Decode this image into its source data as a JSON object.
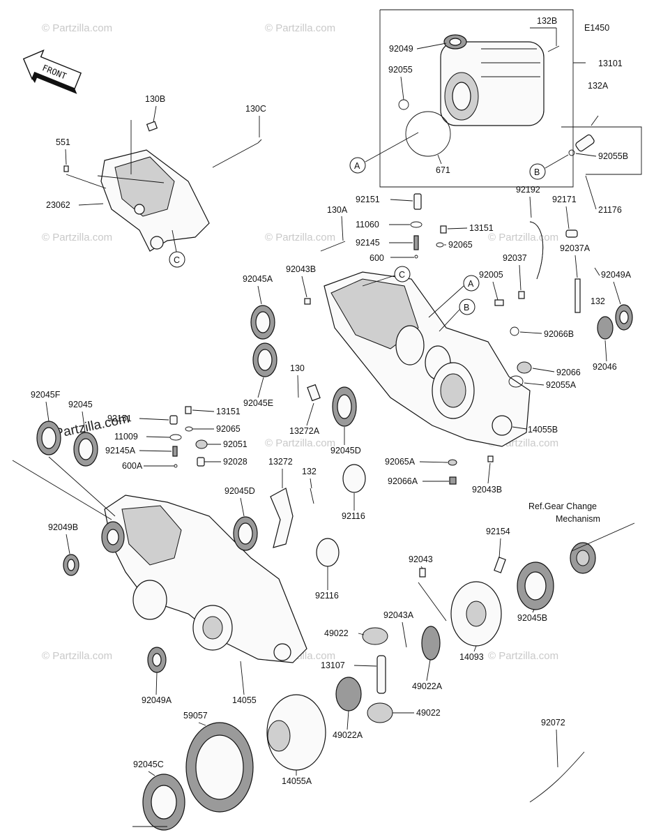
{
  "diagram_code": "E1450",
  "front_label": "FRONT",
  "watermark": "© Partzilla.com",
  "watermark_prominent": "Partzilla.com",
  "ref_note": [
    "Ref.Gear Change",
    "Mechanism"
  ],
  "ref_circles": [
    "A",
    "B",
    "C"
  ],
  "labels": {
    "l_132B": "132B",
    "l_13101": "13101",
    "l_92049": "92049",
    "l_92055": "92055",
    "l_671": "671",
    "l_132A": "132A",
    "l_92055B": "92055B",
    "l_21176": "21176",
    "l_130B": "130B",
    "l_130C": "130C",
    "l_551": "551",
    "l_23062": "23062",
    "l_92151": "92151",
    "l_130A": "130A",
    "l_11060": "11060",
    "l_13151": "13151",
    "l_92145": "92145",
    "l_92065": "92065",
    "l_600": "600",
    "l_92192": "92192",
    "l_92171": "92171",
    "l_92037": "92037",
    "l_92037A": "92037A",
    "l_92049A": "92049A",
    "l_132": "132",
    "l_92045A": "92045A",
    "l_92043B": "92043B",
    "l_92005": "92005",
    "l_92066B": "92066B",
    "l_92046": "92046",
    "l_92066": "92066",
    "l_92055A": "92055A",
    "l_92045E": "92045E",
    "l_130": "130",
    "l_13272A": "13272A",
    "l_14055B": "14055B",
    "l_92045D": "92045D",
    "l_92065A": "92065A",
    "l_92066A": "92066A",
    "l_92043B_2": "92043B",
    "l_92116": "92116",
    "l_92045F": "92045F",
    "l_92045": "92045",
    "l_92151_2": "92151",
    "l_11009": "11009",
    "l_92145A": "92145A",
    "l_600A": "600A",
    "l_13151_2": "13151",
    "l_92065_2": "92065",
    "l_92051": "92051",
    "l_92028": "92028",
    "l_13272": "13272",
    "l_132_2": "132",
    "l_92045D_2": "92045D",
    "l_92049B": "92049B",
    "l_92116_2": "92116",
    "l_92154": "92154",
    "l_92043": "92043",
    "l_92045B": "92045B",
    "l_49022": "49022",
    "l_92043A": "92043A",
    "l_13107": "13107",
    "l_49022A": "49022A",
    "l_14093": "14093",
    "l_49022A_2": "49022A",
    "l_49022_2": "49022",
    "l_92049A_2": "92049A",
    "l_14055": "14055",
    "l_59057": "59057",
    "l_14055A": "14055A",
    "l_92045C": "92045C",
    "l_92072": "92072"
  }
}
